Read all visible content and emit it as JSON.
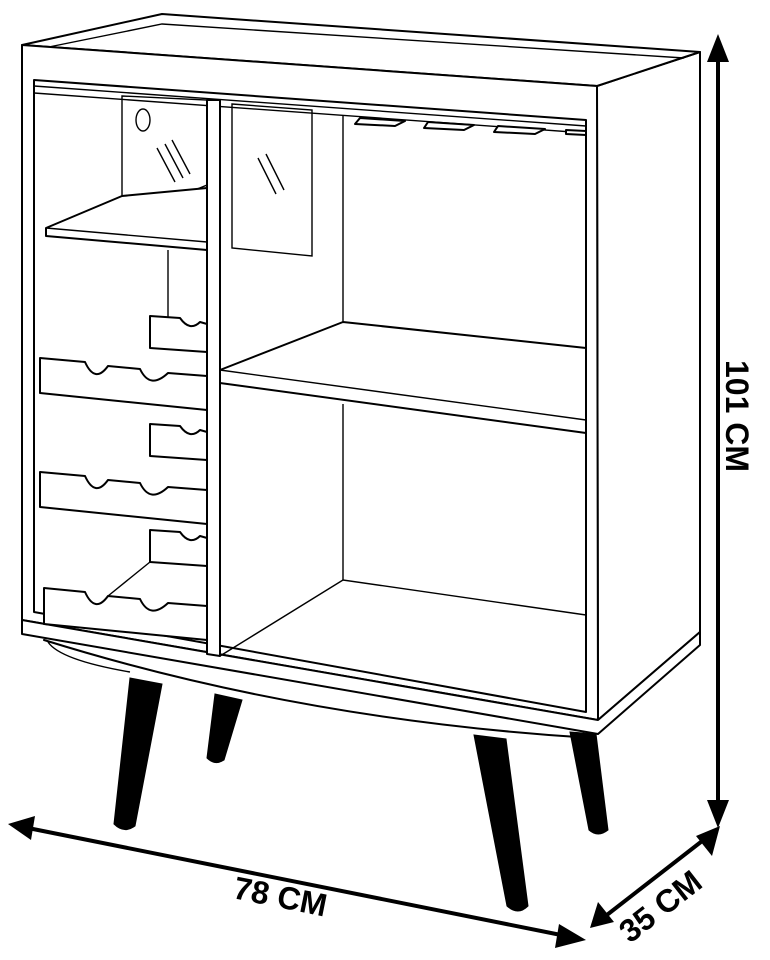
{
  "dimensions": {
    "height": {
      "label": "101 CM",
      "value": 101,
      "unit": "CM"
    },
    "width": {
      "label": "78 CM",
      "value": 78,
      "unit": "CM"
    },
    "depth": {
      "label": "35 CM",
      "value": 35,
      "unit": "CM"
    }
  },
  "colors": {
    "line": "#000000",
    "background": "#ffffff"
  }
}
